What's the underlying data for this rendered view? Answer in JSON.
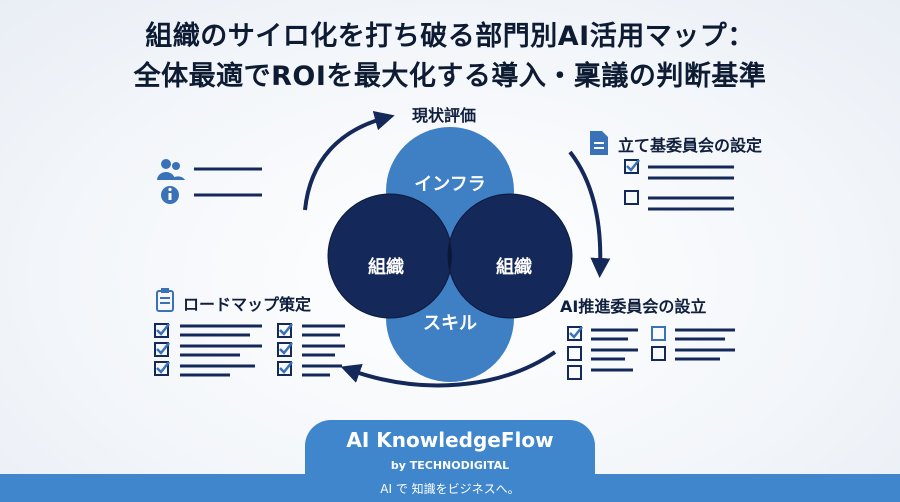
{
  "title": {
    "line1": "組織のサイロ化を打ち破る部門別AI活用マップ：",
    "line2": "全体最適でROIを最大化する導入・稟議の判断基準"
  },
  "cycle": {
    "step_top": "現状評価",
    "step_right_top": "立て基委員会の設定",
    "step_right_bottom": "AI推進委員会の設立",
    "step_left": "ロードマップ策定"
  },
  "venn": {
    "top": "インフラ",
    "left": "組織",
    "right": "組織",
    "bottom": "スキル"
  },
  "footer": {
    "brand": "AI KnowledgeFlow",
    "byline": "by TECHNODIGITAL",
    "tagline": "AI で 知識をビジネスへ。"
  },
  "icons": [
    "users-icon",
    "info-icon",
    "document-icon",
    "clipboard-icon",
    "checkbox-checked-icon",
    "checkbox-empty-icon",
    "cycle-arrow-icon"
  ],
  "colors": {
    "dark_navy": "#14285a",
    "mid_blue": "#3f7fc4",
    "accent_blue": "#3f86cc",
    "text_dark": "#0f1f3d"
  }
}
